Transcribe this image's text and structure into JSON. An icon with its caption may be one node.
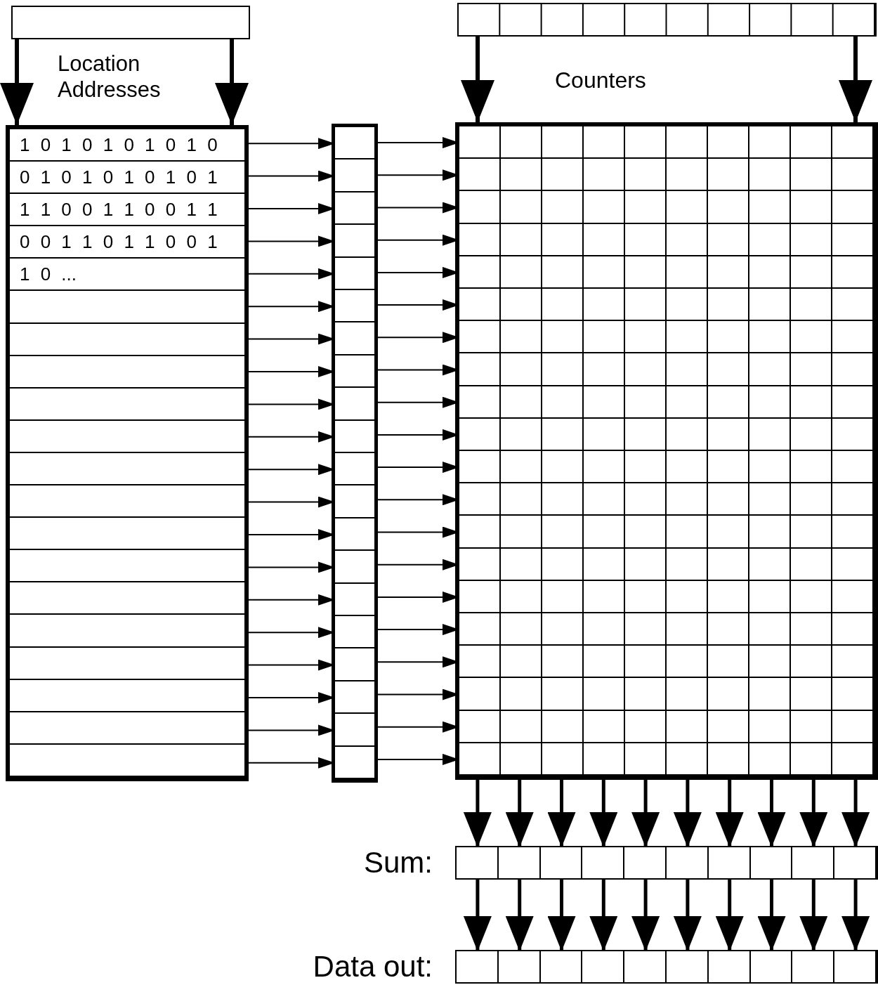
{
  "diagram": {
    "nodes": [
      {
        "text": [],
        "shape": "box"
      },
      {
        "text": [],
        "shape": "box"
      },
      {
        "text": [],
        "shape": "box"
      },
      {
        "text": [
          "1 0 1 0 1 0 1 0 1 0"
        ],
        "in": 2
      },
      {
        "text": [
          "0 1 0 1 0 1 0 1 0 1"
        ],
        "in": 2
      },
      {
        "text": [
          "1 1 0 0 1 1 0 0 1 1"
        ],
        "in": 2
      },
      {
        "text": [
          "0 0 1 1 0 1 1 0 0 1"
        ],
        "in": 2
      },
      {
        "text": [
          "1 0 ..."
        ],
        "in": 2
      },
      {
        "text": [],
        "shape": "box",
        "in": 2
      },
      {
        "text": [],
        "shape": "box",
        "in": 2
      },
      {
        "text": [],
        "shape": "box",
        "in": 2
      },
      {
        "text": [],
        "shape": "box",
        "in": 2
      },
      {
        "text": [],
        "shape": "box",
        "in": 2
      },
      {
        "text": [],
        "shape": "box",
        "in": 2
      },
      {
        "text": [],
        "shape": "box",
        "in": 2
      },
      {
        "text": [],
        "shape": "box",
        "in": 2
      },
      {
        "text": [],
        "shape": "box",
        "in": 2
      },
      {
        "text": [],
        "shape": "box",
        "in": 2
      },
      {
        "text": [],
        "shape": "box",
        "in": 2
      },
      {
        "text": [],
        "shape": "box",
        "in": 2
      },
      {
        "text": [],
        "shape": "box",
        "in": 2
      },
      {
        "text": [],
        "shape": "box",
        "in": 2
      },
      {
        "text": [],
        "shape": "box",
        "in": 2
      },
      {
        "text": [],
        "shape": "box"
      },
      {
        "text": [],
        "shape": "box",
        "in": 23
      },
      {
        "text": [],
        "shape": "box",
        "in": 23
      },
      {
        "text": [],
        "shape": "box",
        "in": 23
      },
      {
        "text": [],
        "shape": "box",
        "in": 23
      },
      {
        "text": [],
        "shape": "box",
        "in": 23
      },
      {
        "text": [],
        "shape": "box",
        "in": 23
      },
      {
        "text": [],
        "shape": "box",
        "in": 23
      },
      {
        "text": [],
        "shape": "box",
        "in": 23
      },
      {
        "text": [],
        "shape": "box",
        "in": 23
      },
      {
        "text": [],
        "shape": "box",
        "in": 23
      },
      {
        "text": [],
        "shape": "box",
        "in": 23
      },
      {
        "text": [],
        "shape": "box",
        "in": 23
      },
      {
        "text": [],
        "shape": "box",
        "in": 23
      },
      {
        "text": [],
        "shape": "box",
        "in": 23
      },
      {
        "text": [],
        "shape": "box",
        "in": 23
      },
      {
        "text": [],
        "shape": "box",
        "in": 23
      },
      {
        "text": [],
        "shape": "box",
        "in": 23
      },
      {
        "text": [],
        "shape": "box",
        "in": 23
      },
      {
        "text": [],
        "shape": "box",
        "in": 23
      },
      {
        "text": [],
        "shape": "box",
        "in": 23
      },
      {
        "text": [],
        "shape": "box"
      },
      {
        "text": [],
        "shape": "box",
        "in": 44
      },
      {
        "text": [],
        "shape": "box",
        "in": 44
      },
      {
        "text": [],
        "shape": "box",
        "in": 44
      },
      {
        "text": [],
        "shape": "box",
        "in": 44
      },
      {
        "text": [],
        "shape": "box",
        "in": 44
      },
      {
        "text": [],
        "shape": "box",
        "in": 44
      },
      {
        "text": [],
        "shape": "box",
        "in": 44
      },
      {
        "text": [],
        "shape": "box",
        "in": 44
      },
      {
        "text": [],
        "shape": "box",
        "in": 44
      },
      {
        "text": [],
        "shape": "box",
        "in": 44
      },
      {
        "text": [],
        "shape": "box",
        "in": 44
      },
      {
        "text": [],
        "shape": "box",
        "in": 44
      },
      {
        "text": [],
        "shape": "box",
        "in": 44
      },
      {
        "text": [],
        "shape": "box",
        "in": 44
      },
      {
        "text": [],
        "shape": "box",
        "in": 44
      },
      {
        "text": [],
        "shape": "box",
        "in": 44
      },
      {
        "text": [],
        "shape": "box",
        "in": 44
      },
      {
        "text": [],
        "shape": "box",
        "in": 44
      },
      {
        "text": [],
        "shape": "box",
        "in": 44
      },
      {
        "text": [],
        "shape": "box",
        "in": 44
      },
      {
        "text": [],
        "shape": "box",
        "beside": [
          "Sum:"
        ]
      },
      {
        "text": [],
        "shape": "box",
        "in": 65
      },
      {
        "text": [],
        "shape": "box",
        "in": 65
      },
      {
        "text": [],
        "shape": "box",
        "in": 65
      },
      {
        "text": [],
        "shape": "box",
        "in": 65
      },
      {
        "text": [],
        "shape": "box",
        "in": 65
      },
      {
        "text": [],
        "shape": "box",
        "in": 65
      },
      {
        "text": [],
        "shape": "box",
        "in": 65
      },
      {
        "text": [],
        "shape": "box",
        "in": 65
      },
      {
        "text": [],
        "shape": "box",
        "in": 65
      },
      {
        "text": [],
        "shape": "box",
        "in": 65
      },
      {
        "text": [],
        "shape": "box",
        "beside": [
          "Data out:"
        ]
      },
      {
        "text": [],
        "shape": "box",
        "in": 76
      },
      {
        "text": [],
        "shape": "box",
        "in": 76
      },
      {
        "text": [],
        "shape": "box",
        "in": 76
      },
      {
        "text": [],
        "shape": "box",
        "in": 76
      },
      {
        "text": [],
        "shape": "box",
        "in": 76
      },
      {
        "text": [],
        "shape": "box",
        "in": 76
      },
      {
        "text": [],
        "shape": "box",
        "in": 76
      },
      {
        "text": [],
        "shape": "box",
        "in": 76
      },
      {
        "text": [],
        "shape": "box",
        "in": 76
      },
      {
        "text": [],
        "shape": "box",
        "in": 76
      }
    ],
    "edges": [
      {
        "from": 0,
        "to": 2,
        "arrow": "to",
        "style": "thick"
      },
      {
        "from": 0,
        "to": 2,
        "arrow": "to",
        "style": "thick"
      },
      {
        "from": 1,
        "to": 44,
        "arrow": "to",
        "style": "thick"
      },
      {
        "from": 1,
        "to": 44,
        "arrow": "to",
        "style": "thick"
      },
      {
        "from": 3,
        "to": 24,
        "arrow": "to"
      },
      {
        "from": 4,
        "to": 25,
        "arrow": "to"
      },
      {
        "from": 5,
        "to": 26,
        "arrow": "to"
      },
      {
        "from": 6,
        "to": 27,
        "arrow": "to"
      },
      {
        "from": 7,
        "to": 28,
        "arrow": "to"
      },
      {
        "from": 8,
        "to": 29,
        "arrow": "to"
      },
      {
        "from": 9,
        "to": 30,
        "arrow": "to"
      },
      {
        "from": 10,
        "to": 31,
        "arrow": "to"
      },
      {
        "from": 11,
        "to": 32,
        "arrow": "to"
      },
      {
        "from": 12,
        "to": 33,
        "arrow": "to"
      },
      {
        "from": 13,
        "to": 34,
        "arrow": "to"
      },
      {
        "from": 14,
        "to": 35,
        "arrow": "to"
      },
      {
        "from": 15,
        "to": 36,
        "arrow": "to"
      },
      {
        "from": 16,
        "to": 37,
        "arrow": "to"
      },
      {
        "from": 17,
        "to": 38,
        "arrow": "to"
      },
      {
        "from": 18,
        "to": 39,
        "arrow": "to"
      },
      {
        "from": 19,
        "to": 40,
        "arrow": "to"
      },
      {
        "from": 20,
        "to": 41,
        "arrow": "to"
      },
      {
        "from": 21,
        "to": 42,
        "arrow": "to"
      },
      {
        "from": 22,
        "to": 43,
        "arrow": "to"
      },
      {
        "from": 24,
        "to": 45,
        "arrow": "to"
      },
      {
        "from": 25,
        "to": 46,
        "arrow": "to"
      },
      {
        "from": 26,
        "to": 47,
        "arrow": "to"
      },
      {
        "from": 27,
        "to": 48,
        "arrow": "to"
      },
      {
        "from": 28,
        "to": 49,
        "arrow": "to"
      },
      {
        "from": 29,
        "to": 50,
        "arrow": "to"
      },
      {
        "from": 30,
        "to": 51,
        "arrow": "to"
      },
      {
        "from": 31,
        "to": 52,
        "arrow": "to"
      },
      {
        "from": 32,
        "to": 53,
        "arrow": "to"
      },
      {
        "from": 33,
        "to": 54,
        "arrow": "to"
      },
      {
        "from": 34,
        "to": 55,
        "arrow": "to"
      },
      {
        "from": 35,
        "to": 56,
        "arrow": "to"
      },
      {
        "from": 36,
        "to": 57,
        "arrow": "to"
      },
      {
        "from": 37,
        "to": 58,
        "arrow": "to"
      },
      {
        "from": 38,
        "to": 59,
        "arrow": "to"
      },
      {
        "from": 39,
        "to": 60,
        "arrow": "to"
      },
      {
        "from": 40,
        "to": 61,
        "arrow": "to"
      },
      {
        "from": 41,
        "to": 62,
        "arrow": "to"
      },
      {
        "from": 42,
        "to": 63,
        "arrow": "to"
      },
      {
        "from": 43,
        "to": 64,
        "arrow": "to"
      },
      {
        "from": 44,
        "to": 66,
        "arrow": "to",
        "style": "thick"
      },
      {
        "from": 44,
        "to": 67,
        "arrow": "to",
        "style": "thick"
      },
      {
        "from": 44,
        "to": 68,
        "arrow": "to",
        "style": "thick"
      },
      {
        "from": 44,
        "to": 69,
        "arrow": "to",
        "style": "thick"
      },
      {
        "from": 44,
        "to": 70,
        "arrow": "to",
        "style": "thick"
      },
      {
        "from": 44,
        "to": 71,
        "arrow": "to",
        "style": "thick"
      },
      {
        "from": 44,
        "to": 72,
        "arrow": "to",
        "style": "thick"
      },
      {
        "from": 44,
        "to": 73,
        "arrow": "to",
        "style": "thick"
      },
      {
        "from": 44,
        "to": 74,
        "arrow": "to",
        "style": "thick"
      },
      {
        "from": 44,
        "to": 75,
        "arrow": "to",
        "style": "thick"
      },
      {
        "from": 66,
        "to": 77,
        "arrow": "to",
        "style": "thick"
      },
      {
        "from": 67,
        "to": 78,
        "arrow": "to",
        "style": "thick"
      },
      {
        "from": 68,
        "to": 79,
        "arrow": "to",
        "style": "thick"
      },
      {
        "from": 69,
        "to": 80,
        "arrow": "to",
        "style": "thick"
      },
      {
        "from": 70,
        "to": 81,
        "arrow": "to",
        "style": "thick"
      },
      {
        "from": 71,
        "to": 82,
        "arrow": "to",
        "style": "thick"
      },
      {
        "from": 72,
        "to": 83,
        "arrow": "to",
        "style": "thick"
      },
      {
        "from": 73,
        "to": 84,
        "arrow": "to",
        "style": "thick"
      },
      {
        "from": 74,
        "to": 85,
        "arrow": "to",
        "style": "thick"
      },
      {
        "from": 75,
        "to": 86,
        "arrow": "to",
        "style": "thick"
      }
    ],
    "labels": [
      "Location Addresses",
      "Counters"
    ]
  }
}
